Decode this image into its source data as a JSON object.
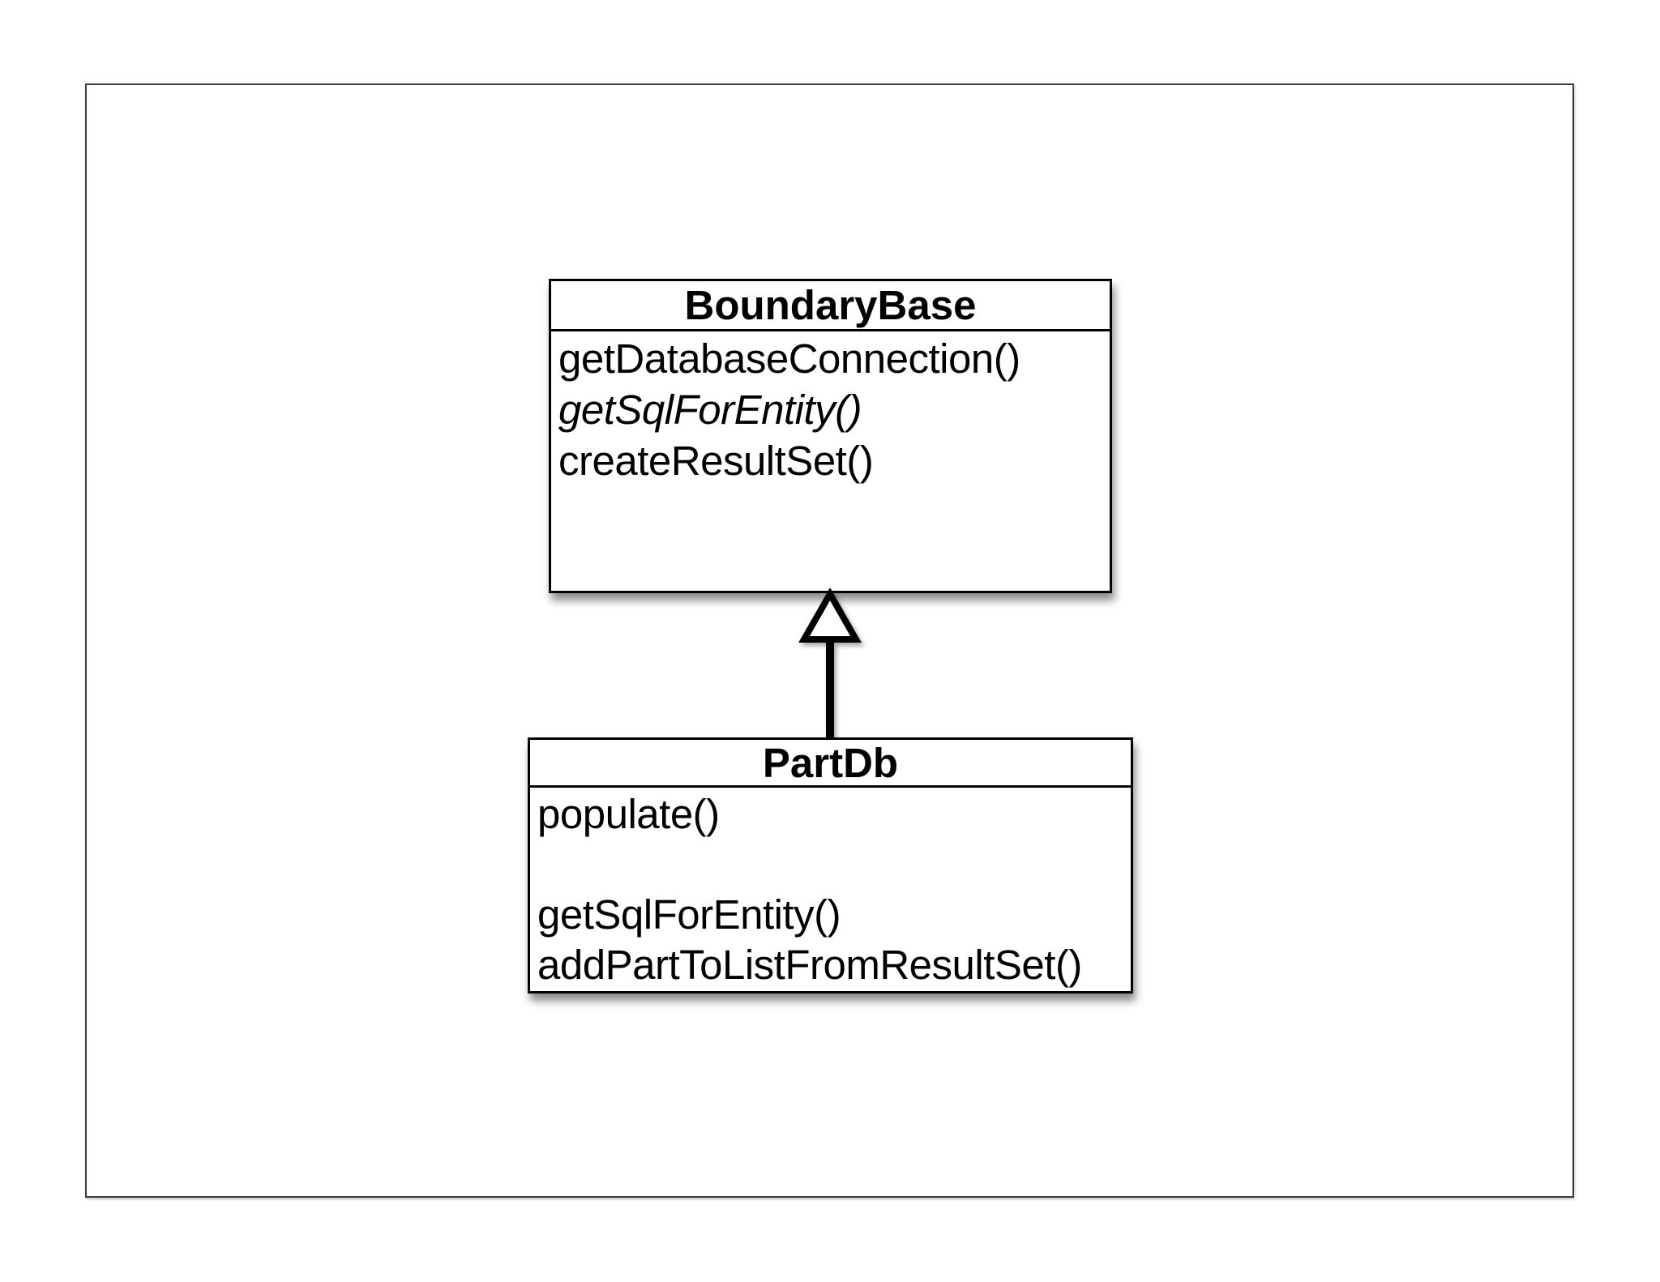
{
  "diagram": {
    "kind": "uml-class-diagram",
    "classes": [
      {
        "name": "BoundaryBase",
        "methods": [
          {
            "text": "getDatabaseConnection()",
            "style": "normal"
          },
          {
            "text": "getSqlForEntity()",
            "style": "abstract-italic"
          },
          {
            "text": "createResultSet()",
            "style": "normal"
          }
        ]
      },
      {
        "name": "PartDb",
        "methods": [
          {
            "text": "populate()",
            "style": "normal"
          },
          {
            "text": "",
            "style": "blank-line"
          },
          {
            "text": "getSqlForEntity()",
            "style": "normal"
          },
          {
            "text": "addPartToListFromResultSet()",
            "style": "normal"
          }
        ]
      }
    ],
    "relationships": [
      {
        "type": "generalization",
        "from": "PartDb",
        "to": "BoundaryBase",
        "arrow": "hollow-triangle-up"
      }
    ],
    "colors": {
      "background": "#ffffff",
      "box_fill": "#ffffff",
      "box_border": "#000000",
      "text": "#000000",
      "frame_border": "#3d3d3d"
    }
  }
}
